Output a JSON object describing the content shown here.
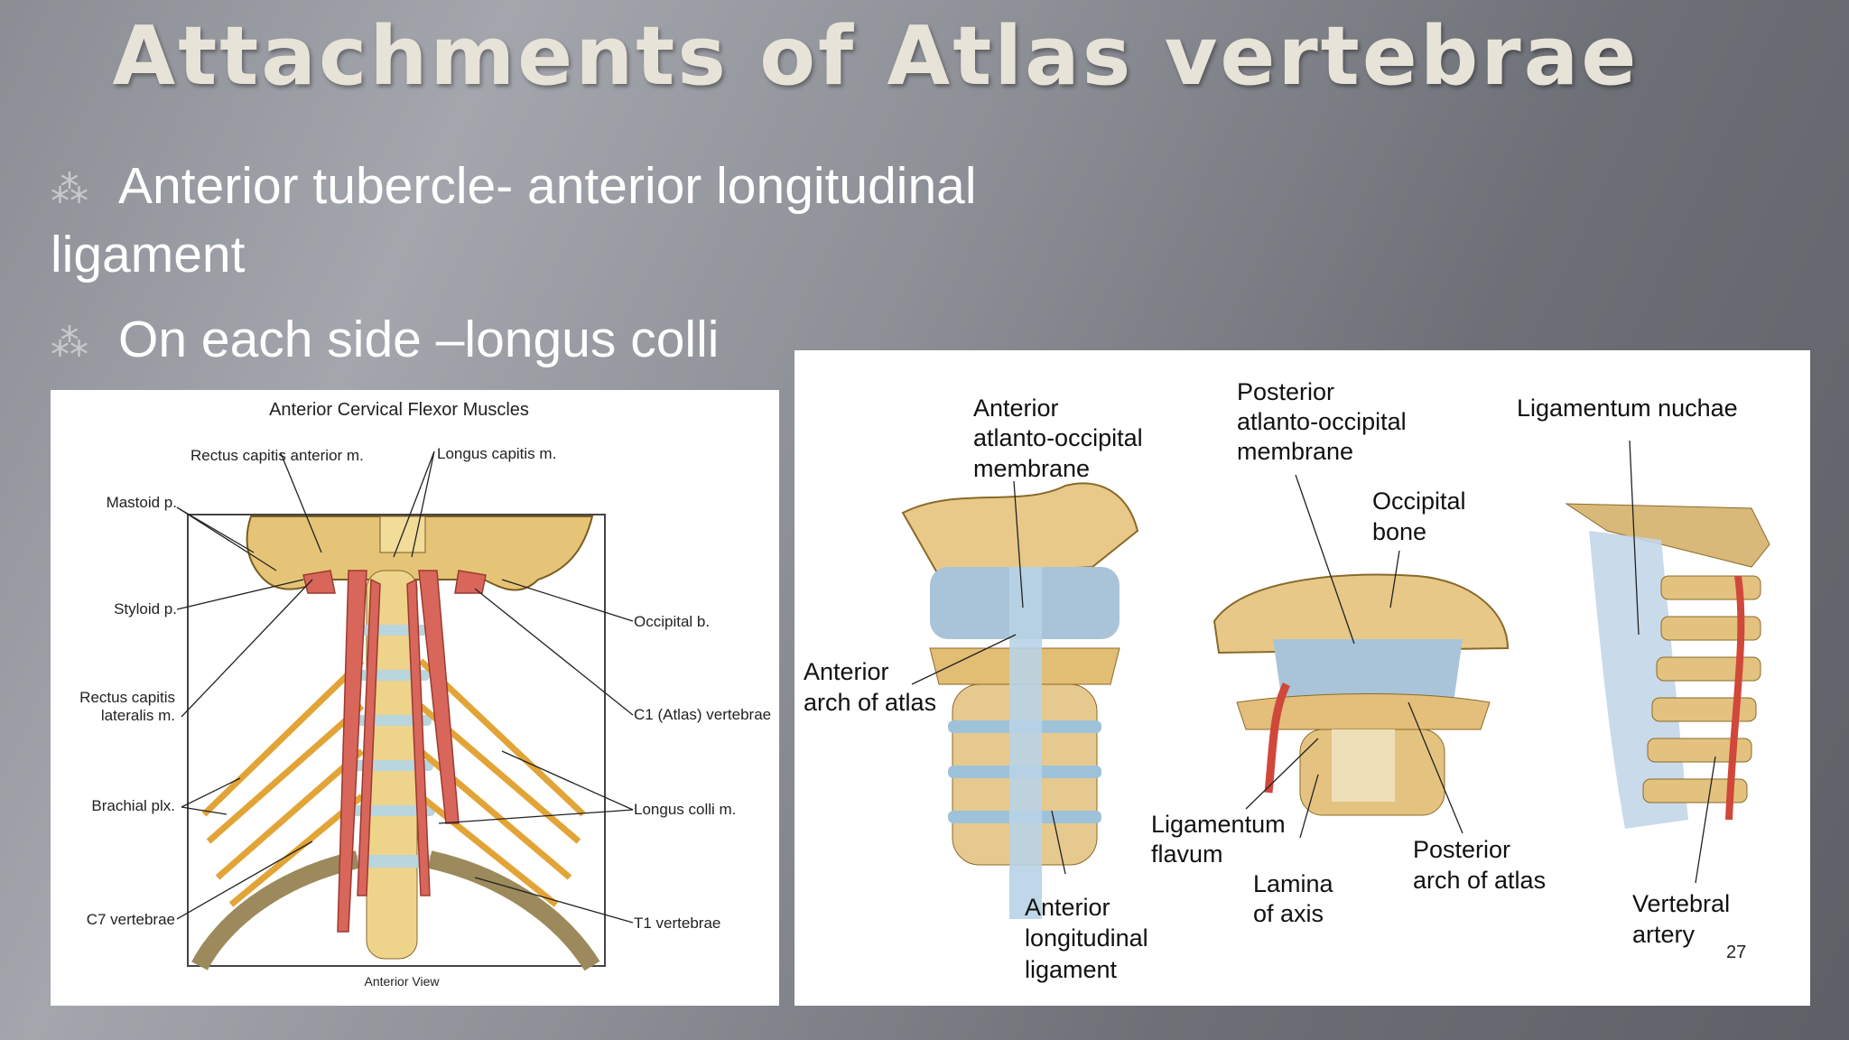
{
  "slide": {
    "title": "Attachments of Atlas vertebrae",
    "bullets": [
      {
        "icon": "star-bullet-icon",
        "text": "Anterior tubercle- anterior longitudinal ligament"
      },
      {
        "icon": "star-bullet-icon",
        "text": "On each side –longus colli"
      }
    ],
    "page_number": "27"
  },
  "left_figure": {
    "title": "Anterior Cervical Flexor Muscles",
    "caption": "Anterior View",
    "labels": {
      "rectus_capitis_anterior": "Rectus capitis anterior m.",
      "longus_capitis": "Longus capitis m.",
      "mastoid": "Mastoid p.",
      "styloid": "Styloid p.",
      "rectus_capitis_lateralis_1": "Rectus capitis",
      "rectus_capitis_lateralis_2": "lateralis m.",
      "brachial_plexus": "Brachial plx.",
      "c7": "C7 vertebrae",
      "occipital": "Occipital b.",
      "c1": "C1 (Atlas) vertebrae",
      "longus_colli": "Longus colli m.",
      "t1": "T1 vertebrae"
    }
  },
  "right_figure": {
    "labels": {
      "ant_ao_1": "Anterior",
      "ant_ao_2": "atlanto-occipital",
      "ant_ao_3": "membrane",
      "post_ao_1": "Posterior",
      "post_ao_2": "atlanto-occipital",
      "post_ao_3": "membrane",
      "lig_nuchae": "Ligamentum nuchae",
      "occ_bone_1": "Occipital",
      "occ_bone_2": "bone",
      "ant_arch_1": "Anterior",
      "ant_arch_2": "arch of atlas",
      "lig_flavum_1": "Ligamentum",
      "lig_flavum_2": "flavum",
      "post_arch_1": "Posterior",
      "post_arch_2": "arch of atlas",
      "lamina_1": "Lamina",
      "lamina_2": "of axis",
      "ant_long_1": "Anterior",
      "ant_long_2": "longitudinal",
      "ant_long_3": "ligament",
      "vert_art_1": "Vertebral",
      "vert_art_2": "artery"
    }
  }
}
